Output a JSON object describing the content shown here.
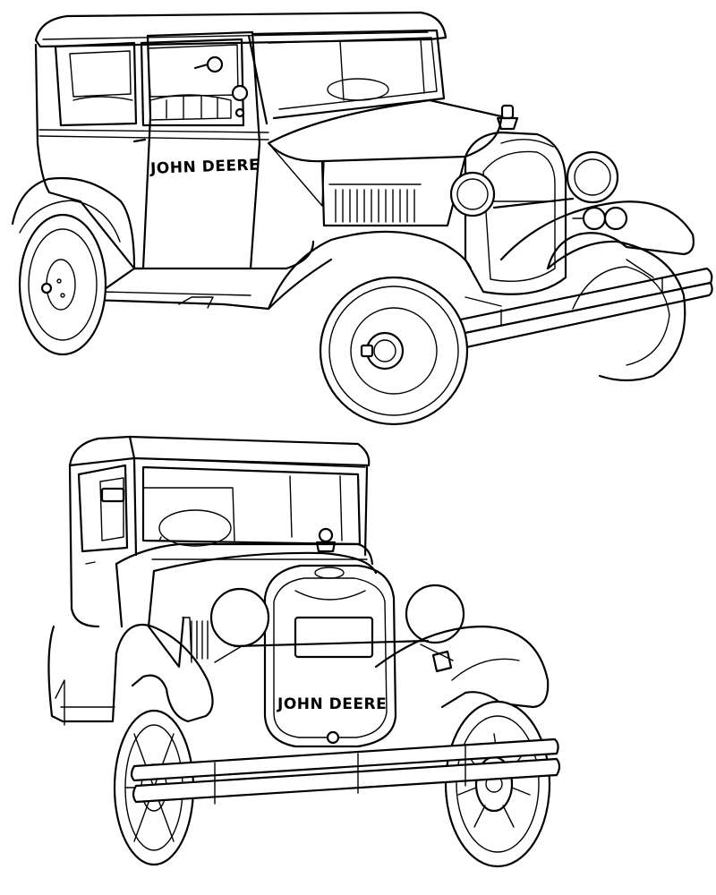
{
  "colors": {
    "background": "#ffffff",
    "line": "#000000"
  },
  "cars": [
    {
      "name": "Side-view vintage sedan",
      "door_text": "JOHN DEERE"
    },
    {
      "name": "Front-view vintage sedan",
      "plate_text": "JOHN DEERE"
    }
  ]
}
